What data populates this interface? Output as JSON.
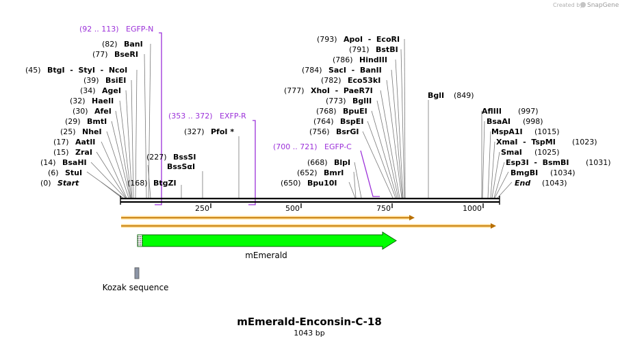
{
  "map": {
    "title": "mEmerald-Enconsin-C-18",
    "length_label": "1043 bp",
    "seq_length": 1043,
    "watermark": "Created by",
    "brand": "SnapGene"
  },
  "ruler": {
    "ticks": [
      {
        "pos": 250,
        "label": "250"
      },
      {
        "pos": 500,
        "label": "500"
      },
      {
        "pos": 750,
        "label": "750"
      },
      {
        "pos": 1000,
        "label": "1000"
      }
    ]
  },
  "colors": {
    "primer": "#9b30d9",
    "feature_fill": "#00ff00",
    "orf_fill": "#ffd27a",
    "orf_edge": "#ff9900",
    "kozak": "#8c95a6"
  },
  "sites": [
    {
      "pos": 0,
      "num": "(0)",
      "name": "Start",
      "italic": true
    },
    {
      "pos": 6,
      "num": "(6)",
      "name": "StuI"
    },
    {
      "pos": 14,
      "num": "(14)",
      "name": "BsaHI"
    },
    {
      "pos": 15,
      "num": "(15)",
      "name": "ZraI"
    },
    {
      "pos": 17,
      "num": "(17)",
      "name": "AatII"
    },
    {
      "pos": 25,
      "num": "(25)",
      "name": "NheI"
    },
    {
      "pos": 29,
      "num": "(29)",
      "name": "BmtI"
    },
    {
      "pos": 30,
      "num": "(30)",
      "name": "AfeI"
    },
    {
      "pos": 32,
      "num": "(32)",
      "name": "HaeII"
    },
    {
      "pos": 34,
      "num": "(34)",
      "name": "AgeI"
    },
    {
      "pos": 39,
      "num": "(39)",
      "name": "BsiEI"
    },
    {
      "pos": 45,
      "num": "(45)",
      "name": "BtgI  -  StyI  -  NcoI"
    },
    {
      "pos": 77,
      "num": "(77)",
      "name": "BseRI"
    },
    {
      "pos": 82,
      "num": "(82)",
      "name": "BanI"
    },
    {
      "pos": 168,
      "num": "(168)",
      "name": "BtgZI"
    },
    {
      "pos": 227,
      "num": "(227)",
      "name": "BssSI"
    },
    {
      "pos": 227,
      "num": "",
      "name": "BssSαI"
    },
    {
      "pos": 327,
      "num": "(327)",
      "name": "PfoI *"
    },
    {
      "pos": 650,
      "num": "(650)",
      "name": "Bpu10I"
    },
    {
      "pos": 652,
      "num": "(652)",
      "name": "BmrI"
    },
    {
      "pos": 668,
      "num": "(668)",
      "name": "BlpI"
    },
    {
      "pos": 756,
      "num": "(756)",
      "name": "BsrGI"
    },
    {
      "pos": 764,
      "num": "(764)",
      "name": "BspEI"
    },
    {
      "pos": 768,
      "num": "(768)",
      "name": "BpuEI"
    },
    {
      "pos": 773,
      "num": "(773)",
      "name": "BglII"
    },
    {
      "pos": 777,
      "num": "(777)",
      "name": "XhoI  -  PaeR7I"
    },
    {
      "pos": 782,
      "num": "(782)",
      "name": "Eco53kI"
    },
    {
      "pos": 784,
      "num": "(784)",
      "name": "SacI  -  BanII"
    },
    {
      "pos": 786,
      "num": "(786)",
      "name": "HindIII"
    },
    {
      "pos": 791,
      "num": "(791)",
      "name": "BstBI"
    },
    {
      "pos": 793,
      "num": "(793)",
      "name": "ApoI  -  EcoRI"
    },
    {
      "pos": 849,
      "num": "(849)",
      "name": "BglI"
    },
    {
      "pos": 997,
      "num": "(997)",
      "name": "AflIII"
    },
    {
      "pos": 998,
      "num": "(998)",
      "name": "BsaAI"
    },
    {
      "pos": 1015,
      "num": "(1015)",
      "name": "MspA1I"
    },
    {
      "pos": 1023,
      "num": "(1023)",
      "name": "XmaI  -  TspMI"
    },
    {
      "pos": 1025,
      "num": "(1025)",
      "name": "SmaI"
    },
    {
      "pos": 1031,
      "num": "(1031)",
      "name": "Esp3I  -  BsmBI"
    },
    {
      "pos": 1034,
      "num": "(1034)",
      "name": "BmgBI"
    },
    {
      "pos": 1043,
      "num": "(1043)",
      "name": "End",
      "italic": true
    }
  ],
  "primers": [
    {
      "range": "(92 .. 113)",
      "name": "EGFP-N"
    },
    {
      "range": "(353 .. 372)",
      "name": "EXFP-R"
    },
    {
      "range": "(700 .. 721)",
      "name": "EGFP-C"
    }
  ],
  "features": [
    {
      "name": "mEmerald",
      "start": 43,
      "end": 759,
      "direction": "forward"
    },
    {
      "name": "Kozak sequence",
      "start": 37,
      "end": 46,
      "direction": "none"
    }
  ],
  "orfs": [
    {
      "start": 1,
      "end": 810,
      "direction": "forward"
    },
    {
      "start": 1,
      "end": 1038,
      "direction": "forward"
    }
  ]
}
